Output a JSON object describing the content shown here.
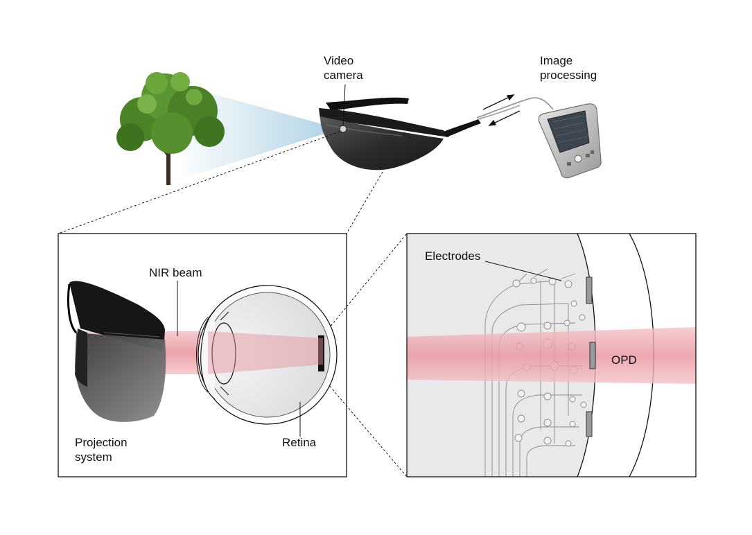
{
  "labels": {
    "video_camera_line1": "Video",
    "video_camera_line2": "camera",
    "image_processing_line1": "Image",
    "image_processing_line2": "processing",
    "nir_beam": "NIR beam",
    "projection_system_line1": "Projection",
    "projection_system_line2": "system",
    "retina": "Retina",
    "electrodes": "Electrodes",
    "opd": "OPD"
  },
  "colors": {
    "beam": "#e8909a",
    "beam_light": "#f6d0d5",
    "lens_dark": "#2a2a2a",
    "tree_green": "#4f8a2b",
    "cone_blue": "#a9cfe3",
    "frame": "#111111",
    "device_gray": "#9a9a9a"
  },
  "icons": [
    "tree",
    "sunglasses",
    "camera-lens",
    "handheld-processor",
    "eye",
    "electrode-array"
  ]
}
